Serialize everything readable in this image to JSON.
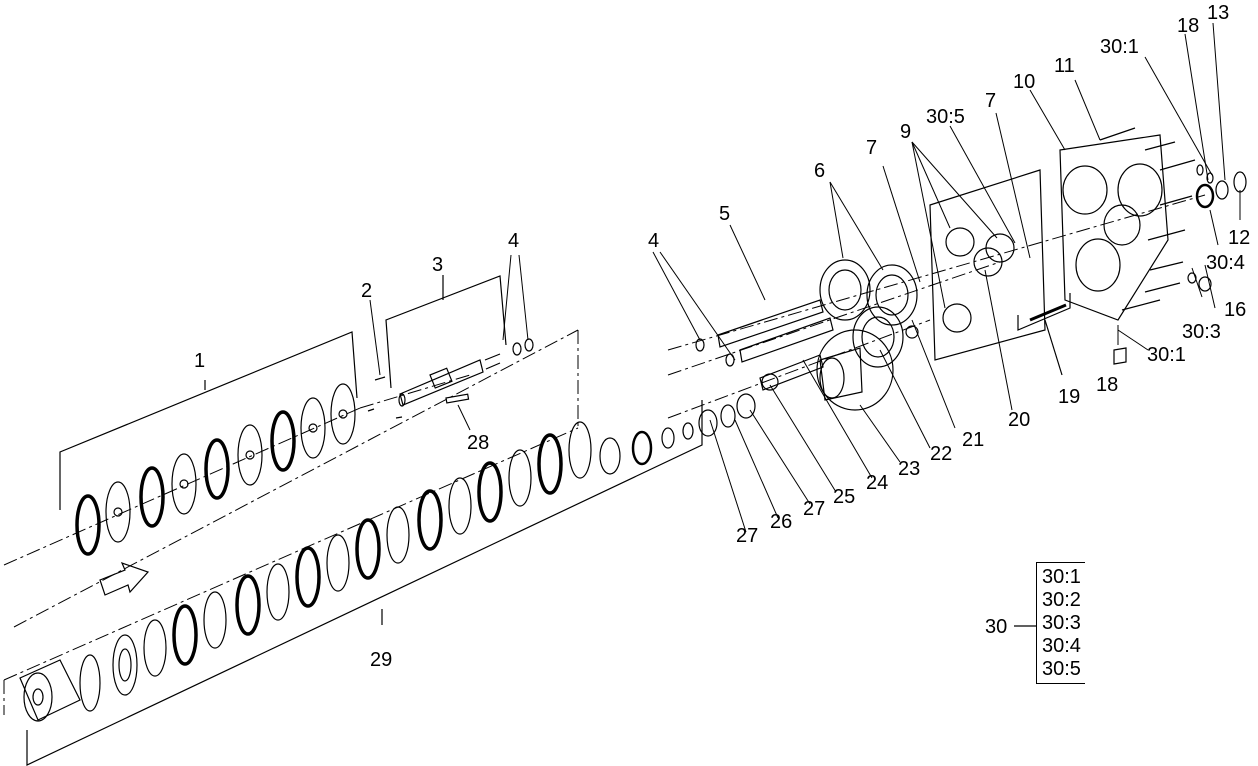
{
  "callouts": {
    "c1": "1",
    "c2": "2",
    "c3": "3",
    "c4a": "4",
    "c4b": "4",
    "c5": "5",
    "c6": "6",
    "c7a": "7",
    "c7b": "7",
    "c9": "9",
    "c10": "10",
    "c11": "11",
    "c12": "12",
    "c13": "13",
    "c16": "16",
    "c18a": "18",
    "c18b": "18",
    "c19": "19",
    "c20": "20",
    "c21": "21",
    "c22": "22",
    "c23": "23",
    "c24": "24",
    "c25": "25",
    "c26": "26",
    "c27a": "27",
    "c27b": "27",
    "c28": "28",
    "c29": "29",
    "c30": "30",
    "c30_1a": "30:1",
    "c30_1b": "30:1",
    "c30_3": "30:3",
    "c30_4": "30:4",
    "c30_5": "30:5"
  },
  "legend": {
    "items": [
      "30:1",
      "30:2",
      "30:3",
      "30:4",
      "30:5"
    ]
  }
}
